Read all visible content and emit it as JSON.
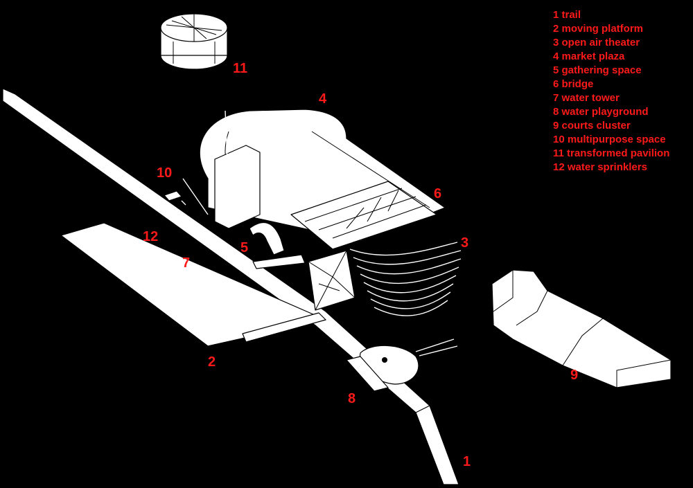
{
  "legend": [
    "1 trail",
    "2 moving platform",
    "3 open air theater",
    "4 market plaza",
    "5 gathering space",
    "6 bridge",
    "7 water tower",
    "8 water playground",
    "9 courts cluster",
    "10 multipurpose space",
    "11 transformed pavilion",
    "12 water sprinklers"
  ],
  "labels": {
    "n1": "1",
    "n2": "2",
    "n3": "3",
    "n4": "4",
    "n5": "5",
    "n6": "6",
    "n7": "7",
    "n8": "8",
    "n9": "9",
    "n10": "10",
    "n11": "11",
    "n12": "12"
  },
  "colors": {
    "background": "#000000",
    "label": "#ff1a1a",
    "drawing": "#ffffff"
  }
}
